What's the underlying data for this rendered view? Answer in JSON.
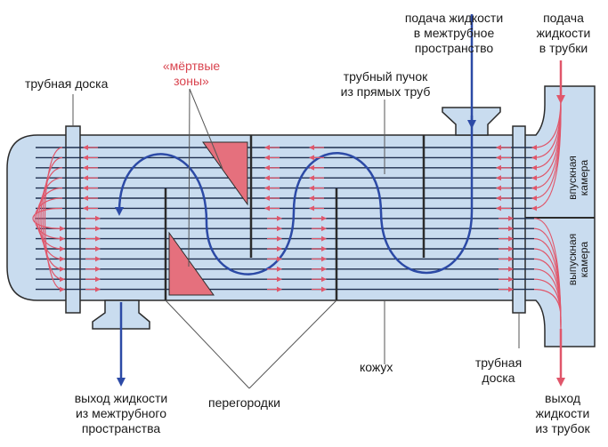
{
  "labels": {
    "tube_sheet_left": "трубная доска",
    "dead_zones": "«мёртвые\nзоны»",
    "shell_feed": "подача жидкости\nв межтрубное\nпространство",
    "tube_feed": "подача\nжидкости\nв трубки",
    "tube_bundle": "трубный пучок\nиз прямых труб",
    "inlet_chamber": "впускная\nкамера",
    "outlet_chamber": "выпускная\nкамера",
    "shell_outlet": "выход жидкости\nиз межтрубного\nпространства",
    "baffles": "перегородки",
    "shell": "кожух",
    "tube_sheet_right": "трубная\nдоска",
    "tube_outlet": "выход\nжидкости\nиз трубок"
  },
  "colors": {
    "body_fill": "#c9dcef",
    "outline": "#2b2b2b",
    "tube": "#1f2f4f",
    "shell_flow": "#2c4aa6",
    "tube_flow": "#e0566a",
    "dead_zone": "#e5707d",
    "label_red": "#d9444f"
  }
}
